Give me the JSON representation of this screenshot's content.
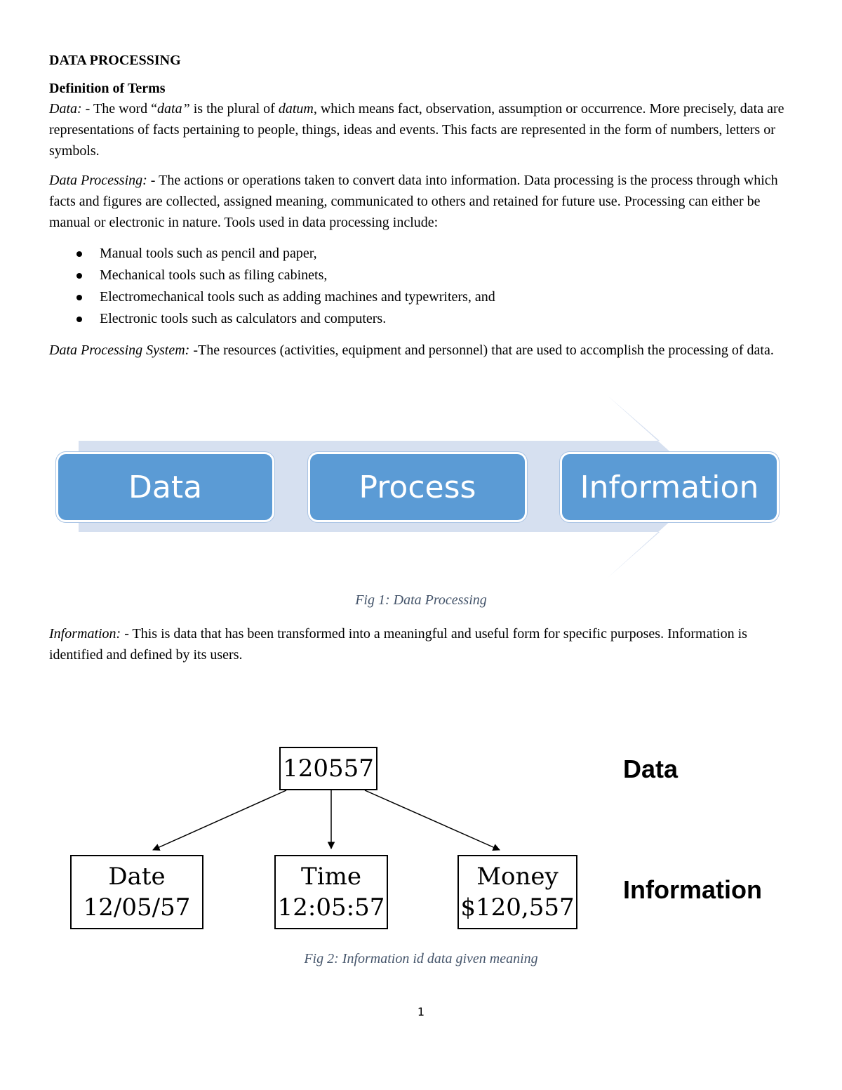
{
  "document": {
    "title": "DATA PROCESSING",
    "section_heading": "Definition of Terms",
    "data_def": {
      "term": "Data:",
      "text_1": " - The word “",
      "quoted_word": "data”",
      "text_2": " is the plural of ",
      "datum_word": "datum",
      "text_3": ", which means fact, observation, assumption or occurrence. More precisely, data are representations of facts pertaining to people, things, ideas and events. This facts are represented in the form of numbers, letters or symbols."
    },
    "processing_def": {
      "term": "Data Processing:",
      "text": " - The actions or operations taken to convert data into information. Data processing is the process through which facts and figures are collected, assigned meaning, communicated to others and retained for future use.  Processing can either be manual or electronic in nature. Tools used in data processing include:"
    },
    "tools": [
      "Manual tools such as pencil and paper,",
      "Mechanical tools such as filing cabinets,",
      "Electromechanical tools such as adding machines and typewriters, and",
      "Electronic tools such as calculators and computers."
    ],
    "system_def": {
      "term": "Data Processing System:",
      "text": " -The resources (activities, equipment and personnel) that are used to accomplish the processing of data."
    },
    "information_def": {
      "term": "Information:",
      "text": " - This is data that has been transformed into a meaningful and useful form for specific purposes. Information is identified and defined by its users."
    },
    "page_number": "1"
  },
  "figure1": {
    "steps": [
      "Data",
      "Process",
      "Information"
    ],
    "caption": "Fig 1: Data Processing",
    "colors": {
      "box": "#5b9bd5",
      "arrow": "#d6e0f0"
    }
  },
  "figure2": {
    "root": "120557",
    "children": [
      {
        "line1": "Date",
        "line2": "12/05/57"
      },
      {
        "line1": "Time",
        "line2": "12:05:57"
      },
      {
        "line1": "Money",
        "line2": "$120,557"
      }
    ],
    "label_top": "Data",
    "label_bottom": "Information",
    "caption": "Fig 2: Information id data given meaning"
  }
}
